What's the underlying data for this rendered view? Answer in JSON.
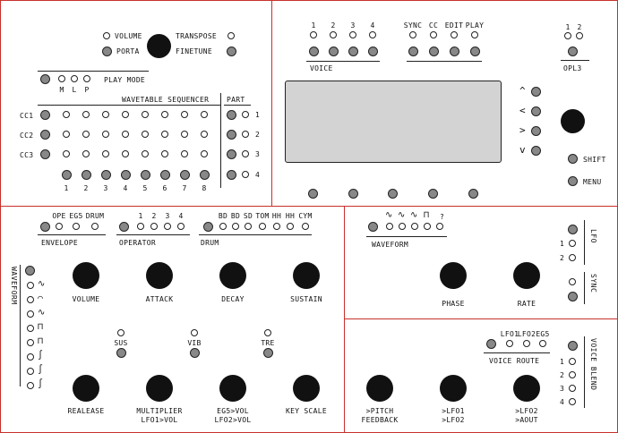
{
  "colors": {
    "led_off": "#ffffff",
    "button": "#888888",
    "knob": "#111111",
    "divider": "#c8302a",
    "lcd": "#d3d3d3"
  },
  "top_left": {
    "volume": "VOLUME",
    "porta": "PORTA",
    "transpose": "TRANSPOSE",
    "finetune": "FINETUNE",
    "play_mode": "PLAY MODE",
    "play_mode_letters": [
      "M",
      "L",
      "P"
    ],
    "wavetable_sequencer": "WAVETABLE SEQUENCER",
    "part": "PART",
    "cc_rows": [
      "CC1",
      "CC2",
      "CC3"
    ],
    "columns": [
      "1",
      "2",
      "3",
      "4",
      "5",
      "6",
      "7",
      "8"
    ],
    "part_numbers": [
      "1",
      "2",
      "3",
      "4"
    ]
  },
  "top_mid": {
    "voice_numbers": [
      "1",
      "2",
      "3",
      "4"
    ],
    "voice": "VOICE",
    "modes": [
      "SYNC",
      "CC",
      "EDIT",
      "PLAY"
    ],
    "opl_numbers": [
      "1",
      "2"
    ],
    "opl": "OPL3",
    "shift": "SHIFT",
    "menu": "MENU",
    "arrows": [
      "^",
      "<",
      ">",
      "v"
    ]
  },
  "mid_left": {
    "envelope_items": [
      "OPE",
      "EG5",
      "DRUM"
    ],
    "envelope": "ENVELOPE",
    "operator_items": [
      "1",
      "2",
      "3",
      "4"
    ],
    "operator": "OPERATOR",
    "drum_items": [
      "BD",
      "BD",
      "SD",
      "TOM",
      "HH",
      "HH",
      "CYM"
    ],
    "drum": "DRUM",
    "waveform": "WAVEFORM",
    "knobs_row1": [
      "VOLUME",
      "ATTACK",
      "DECAY",
      "SUSTAIN"
    ],
    "toggles": [
      "SUS",
      "VIB",
      "TRE"
    ],
    "knobs_row2": [
      "REALEASE",
      "MULTIPLIER",
      "EG5>VOL",
      "KEY SCALE"
    ],
    "knobs_row2_sub": [
      "",
      "LFO1>VOL",
      "LFO2>VOL",
      ""
    ]
  },
  "mid_right": {
    "waveform": "WAVEFORM",
    "wave_q": "?",
    "phase": "PHASE",
    "rate": "RATE",
    "lfo": "LFO",
    "lfo_numbers": [
      "1",
      "2"
    ],
    "sync": "SYNC"
  },
  "bottom_right": {
    "route_items": [
      "LFO1",
      "LFO2",
      "EG5"
    ],
    "voice_route": "VOICE ROUTE",
    "voice_blend": "VOICE BLEND",
    "blend_numbers": [
      "1",
      "2",
      "3",
      "4"
    ],
    "knobs": [
      ">PITCH",
      ">LFO1",
      ">LFO2"
    ],
    "knobs_sub": [
      "FEEDBACK",
      ">LFO2",
      ">AOUT"
    ]
  }
}
